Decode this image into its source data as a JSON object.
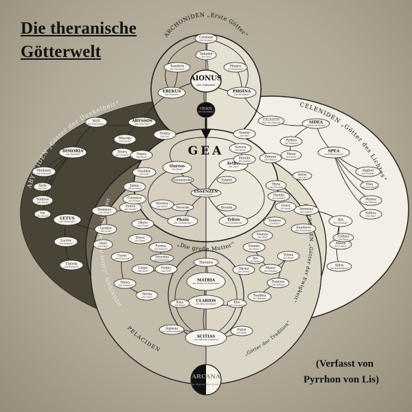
{
  "title_line1": "Die theranische",
  "title_line2": "Götterwelt",
  "author_line1": "(Verfasst von",
  "author_line2": "Pyrrhon von Lis)",
  "center": {
    "name": "GEA",
    "subtitle": "„Die große Mutter“"
  },
  "groups": {
    "archoniden": "ARCHONIDEN „Erste Götter“",
    "abyssiden": "ABYSSIDEN „Götter der Dunkelheit“",
    "celeniden": "CELENIDEN „Götter des Lichtes“",
    "chtoniden": "CHTONIDEN „Götter der Vergänglichkeit“",
    "aeterniden": "AETERNIDEN „Götter der Ewigkeit“",
    "pelaciden": "PELACIDEN „Götter der Tradition“"
  },
  "deities": {
    "aionus": {
      "name": "AIONUS",
      "epithet": "„Der Vollendete“"
    },
    "chaos": {
      "name": "CHAOS",
      "epithet": "„Die Unordnung“"
    },
    "erekus": {
      "name": "EREKUS",
      "epithet": "„Der Schatten“"
    },
    "phoina": {
      "name": "PHOINA",
      "epithet": "„Die Erhellende“"
    },
    "ankame": {
      "name": "Ankame",
      "epithet": "„Die Tiefe“"
    },
    "cordane": {
      "name": "Cordane",
      "epithet": "„Die Strenge“"
    },
    "tenebris": {
      "name": "Tenebris",
      "epithet": "„Die Finsternis“"
    },
    "phanos": {
      "name": "Phanos",
      "epithet": "„Der Strahlende“"
    },
    "nox": {
      "name": "NOX",
      "epithet": "„Die Verschleierte“"
    },
    "abyssos": {
      "name": "ABYSSOS",
      "epithet": "„Herr der Tiefe“"
    },
    "dimoria": {
      "name": "DIMORIA",
      "epithet": "„Die Verwirrte“"
    },
    "medanis": {
      "name": "Medanis",
      "epithet": "„Der Schwindel“"
    },
    "xyda": {
      "name": "Xyda",
      "epithet": "„Die Gier“"
    },
    "sathros": {
      "name": "Sathros",
      "epithet": "„Der Verrat“"
    },
    "vis": {
      "name": "Vis",
      "epithet": "„Die Gewalt“"
    },
    "mesoka": {
      "name": "Mesoka",
      "epithet": "„Die Furcht“"
    },
    "moira": {
      "name": "Moira",
      "epithet": "„Die Lügnerin“"
    },
    "celestis": {
      "name": "CELESTIS",
      "epithet": "„Herr des Himmels“"
    },
    "sidea": {
      "name": "SIDEA",
      "epithet": "„Herrin der Sterne“"
    },
    "pythos": {
      "name": "Pythos",
      "epithet": "„Die Weisheit“"
    },
    "mene": {
      "name": "Mene",
      "epithet": "„Der Mond“"
    },
    "spea": {
      "name": "SPEA",
      "epithet": "„Die Willkommende“"
    },
    "aigibor": {
      "name": "Aigibor",
      "epithet": "„Der Gnädige“"
    },
    "elea": {
      "name": "Elea",
      "epithet": "„Die Schönheit“"
    },
    "myena": {
      "name": "Myena",
      "epithet": "„Die Hüterin“"
    },
    "sethos": {
      "name": "Sethos",
      "epithet": "„Der Held“"
    },
    "oureos": {
      "name": "Oureos",
      "epithet": "„Der Berge“"
    },
    "aethis": {
      "name": "Aethis",
      "epithet": "„Die Lüfte“"
    },
    "essenzen": {
      "name": "ESSENZEN",
      "epithet": "„Die Elemente“"
    },
    "phain": {
      "name": "Phain",
      "epithet": "„Die Lebensmacht“"
    },
    "tritos": {
      "name": "Tritos",
      "epithet": "„Der Urkontinent“"
    },
    "letus": {
      "name": "LETUS",
      "epithet": "„Der Lethargiker“"
    },
    "luctos": {
      "name": "Luctos",
      "epithet": "„Der Kämpfer“"
    },
    "chloris": {
      "name": "Chloris",
      "epithet": "„Die Blühende“"
    },
    "bia": {
      "name": "BIA",
      "epithet": "„Die Gewaltige“"
    },
    "amion": {
      "name": "Amion",
      "epithet": "„Der Lenker“"
    },
    "cythea": {
      "name": "Cythea",
      "epithet": "„Die Reine“"
    },
    "ailios": {
      "name": "Ailios",
      "epithet": "„Die Beständigkeit“"
    },
    "matria": {
      "name": "MATRIA",
      "epithet": "„Die Herrin des Herdfeuers“"
    },
    "clarios": {
      "name": "CLARIOS",
      "epithet": "„Der Herr der Musen“"
    },
    "scitias": {
      "name": "SCITIAS",
      "epithet": "„Der Herr des Gelehrten“"
    },
    "arcana": {
      "name": "ARCANA",
      "epithet": "„Die Herrin der Geister“"
    },
    "thermos": {
      "name": "Thermos",
      "epithet": ""
    },
    "aspasia": {
      "name": "Aspasia",
      "epithet": "„Die Gastfreundschaft“"
    },
    "fattri": {
      "name": "Fattri",
      "epithet": "„Der Jäger“"
    },
    "demeo": {
      "name": "Demeo",
      "epithet": "„Der Bauer“"
    },
    "ino": {
      "name": "Ino",
      "epithet": "„Die Witwe“"
    },
    "okona": {
      "name": "Okona",
      "epithet": "„Der Dichter“"
    },
    "mesor": {
      "name": "Mesor",
      "epithet": "„Die Ordnung“"
    },
    "vitrea": {
      "name": "Vitrea",
      "epithet": "„Die Weise“"
    },
    "damosa": {
      "name": "Damosa",
      "epithet": "„Die Stiftung“"
    },
    "sophia": {
      "name": "Soudela",
      "epithet": "„Die Wahrheit“"
    },
    "klio": {
      "name": "Klio",
      "epithet": "„Die Geschichte“"
    },
    "kius": {
      "name": "Kius",
      "epithet": "„Die Kunst“"
    },
    "versia": {
      "name": "Versia",
      "epithet": "„Die Verse“"
    },
    "tibica": {
      "name": "Tibica",
      "epithet": "„Die Schalmei“"
    },
    "ludes": {
      "name": "Ludes",
      "epithet": "„Das Spiel“"
    },
    "fodeo": {
      "name": "Fodeo",
      "epithet": "„Das Gold“"
    },
    "turos": {
      "name": "Turos",
      "epithet": "„Die Sehnsucht“"
    },
    "purina": {
      "name": "Purina",
      "epithet": "„Die Reinheit“"
    },
    "strauba": {
      "name": "Straubis",
      "epithet": "„Der Ergebene“"
    },
    "odes": {
      "name": "Oxes",
      "epithet": "„Die Klage“"
    },
    "lavmie": {
      "name": "Lavmie",
      "epithet": "„Die Suche“"
    },
    "semmos": {
      "name": "Semmos",
      "epithet": "„Der Schlaf“"
    },
    "horos": {
      "name": "Horos",
      "epithet": "„Die Stunde“"
    },
    "dryst": {
      "name": "Dryst",
      "epithet": "„Die Dürre“"
    },
    "okyto": {
      "name": "Okyto",
      "epithet": "„Der Sturm“"
    },
    "janea": {
      "name": "Janea",
      "epithet": "„Die Schwelle“"
    },
    "calumos": {
      "name": "Calumos",
      "epithet": "„Die Wolken“"
    },
    "neveris": {
      "name": "Neveris",
      "epithet": "„Die Quelle“"
    },
    "sepes": {
      "name": "Sepes",
      "epithet": "„Das Feuer“"
    },
    "gauides": {
      "name": "Gauides",
      "epithet": "„Die Erde“"
    },
    "seman": {
      "name": "Seman",
      "epithet": "„Die Saat“"
    },
    "solata": {
      "name": "Solata",
      "epithet": "„Der Tag“"
    },
    "iuvenias": {
      "name": "Iuvenias",
      "epithet": "„Die Jugend“"
    },
    "anamnos": {
      "name": "Anamnos",
      "epithet": "„Die Erinnerung“"
    },
    "thria": {
      "name": "Thria",
      "epithet": "„Das Wachsen“"
    },
    "nireda": {
      "name": "Nireda",
      "epithet": "„Die Seefahrt“"
    },
    "ivena": {
      "name": "Ivena",
      "epithet": "„Die Anmut“"
    },
    "ilerane": {
      "name": "Ilerane",
      "epithet": "„Der Himmel“"
    },
    "sornos": {
      "name": "Sornos",
      "epithet": "„Die Winde“"
    },
    "perolin": {
      "name": "Perolin",
      "epithet": "„Die Quellen“"
    },
    "astus": {
      "name": "Astus",
      "epithet": "„Die List“"
    },
    "eremos": {
      "name": "Eremos",
      "epithet": "„Die Ruhe“"
    },
    "nemos": {
      "name": "Nemos",
      "epithet": "„Der Wald“"
    },
    "salamandra": {
      "name": "Salamander",
      "epithet": ""
    },
    "sylphe": {
      "name": "Sylphe",
      "epithet": ""
    },
    "nereide": {
      "name": "Nereide",
      "epithet": ""
    },
    "dryade": {
      "name": "Dryade",
      "epithet": ""
    }
  }
}
